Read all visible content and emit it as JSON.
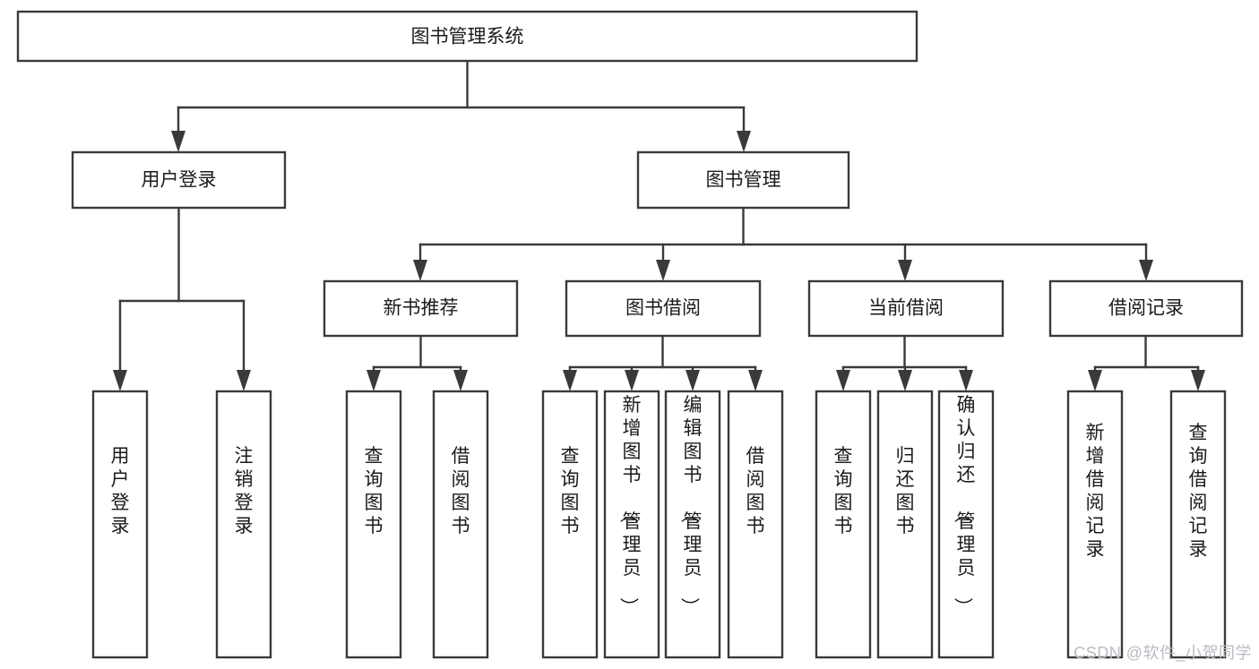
{
  "diagram": {
    "type": "tree-hierarchy-chart",
    "title_text": "图书管理系统",
    "colors": {
      "box_stroke": "#3a3a3a",
      "box_fill": "#ffffff",
      "connector": "#3a3a3a",
      "text": "#1b1b1b",
      "background": "#ffffff",
      "watermark": "#b9bcc2"
    },
    "root": {
      "label": "图书管理系统"
    },
    "level2": [
      {
        "label": "用户登录"
      },
      {
        "label": "图书管理"
      }
    ],
    "level3": [
      {
        "label": "新书推荐"
      },
      {
        "label": "图书借阅"
      },
      {
        "label": "当前借阅"
      },
      {
        "label": "借阅记录"
      }
    ],
    "leaves": {
      "user_login": [
        {
          "label": "用户登录"
        },
        {
          "label": "注销登录"
        }
      ],
      "new_book_recommend": [
        {
          "label": "查询图书"
        },
        {
          "label": "借阅图书"
        }
      ],
      "book_borrow": [
        {
          "label": "查询图书"
        },
        {
          "label": "新增图书（管理员）"
        },
        {
          "label": "编辑图书（管理员）"
        },
        {
          "label": "借阅图书"
        }
      ],
      "current_borrow": [
        {
          "label": "查询图书"
        },
        {
          "label": "归还图书"
        },
        {
          "label": "确认归还（管理员）"
        }
      ],
      "borrow_record": [
        {
          "label": "新增借阅记录"
        },
        {
          "label": "查询借阅记录"
        }
      ]
    }
  },
  "watermark": {
    "text": "CSDN @软件_小贺同学"
  }
}
